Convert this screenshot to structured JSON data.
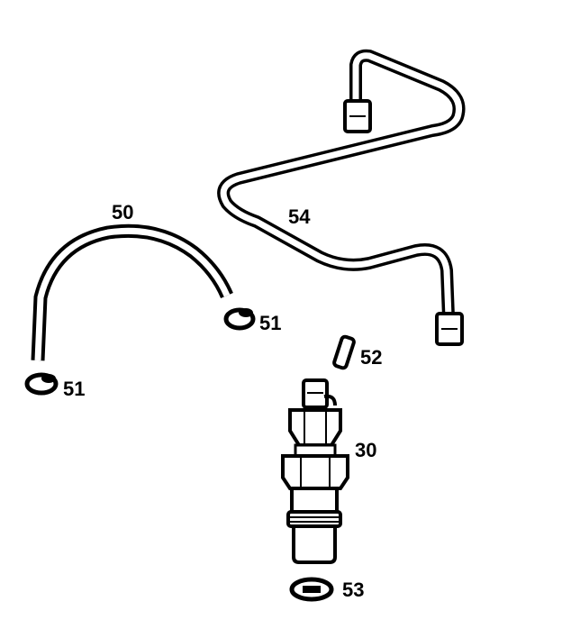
{
  "colors": {
    "ink": "#000000",
    "paper": "#ffffff"
  },
  "parts": {
    "p50": {
      "number": "50"
    },
    "p51a": {
      "number": "51"
    },
    "p51b": {
      "number": "51"
    },
    "p52": {
      "number": "52"
    },
    "p30": {
      "number": "30"
    },
    "p53": {
      "number": "53"
    },
    "p54": {
      "number": "54"
    }
  }
}
